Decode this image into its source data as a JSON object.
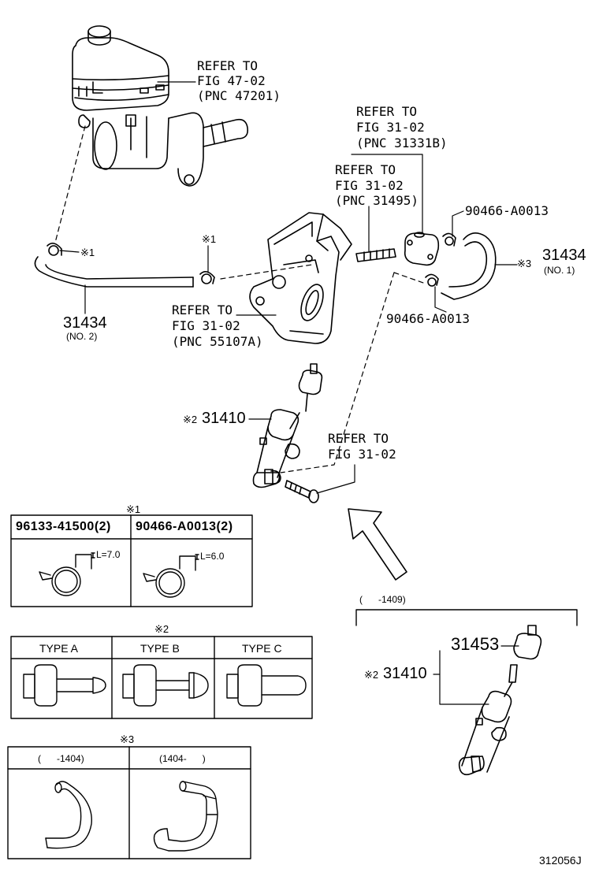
{
  "refs": {
    "fig47": [
      "REFER TO",
      "FIG 47-02",
      "(PNC 47201)"
    ],
    "fig31_a": [
      "REFER TO",
      "FIG 31-02",
      "(PNC 31331B)"
    ],
    "fig31_b": [
      "REFER TO",
      "FIG 31-02",
      "(PNC 31495)"
    ],
    "fig31_c": [
      "REFER TO",
      "FIG 31-02",
      "(PNC 55107A)"
    ],
    "fig31_d": [
      "REFER TO",
      "FIG 31-02"
    ]
  },
  "parts": {
    "clamp_top": "90466-A0013",
    "clamp_bottom": "90466-A0013",
    "hose_no1": "31434",
    "hose_no1_note": "(NO. 1)",
    "hose_no2": "31434",
    "hose_no2_note": "(NO. 2)",
    "cylinder": "31410",
    "cylinder_inset": "31410",
    "cylinder_sub": "31453"
  },
  "marks": {
    "m1": "※1",
    "m2": "※2",
    "m3": "※3"
  },
  "clamp_table": {
    "mark": "※1",
    "headers": [
      "96133-41500(2)",
      "90466-A0013(2)"
    ],
    "dims": [
      "L=7.0",
      "L=6.0"
    ]
  },
  "type_table": {
    "mark": "※2",
    "headers": [
      "TYPE A",
      "TYPE B",
      "TYPE C"
    ]
  },
  "hose_table": {
    "mark": "※3",
    "headers": [
      "(      -1404)",
      "(1404-      )"
    ]
  },
  "inset": {
    "range": "(      -1409)"
  },
  "figure_id": "312056J"
}
